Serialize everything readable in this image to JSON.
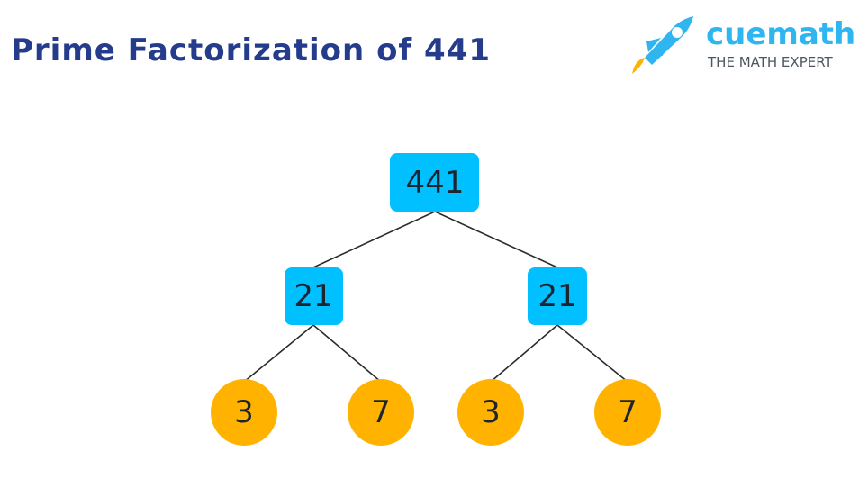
{
  "title": "Prime Factorization of 441",
  "brand": {
    "name": "cuemath",
    "tagline": "THE MATH EXPERT",
    "logo_icon": "rocket-icon",
    "colors": {
      "name": "#2fb6f0",
      "rocket_body": "#2fb6f0",
      "rocket_flame": "#ffb300"
    }
  },
  "colors": {
    "title": "#253c8c",
    "composite_node": "#00c0ff",
    "prime_node": "#ffb300",
    "edge": "#2b2b2b"
  },
  "tree": {
    "root": "441",
    "level1": [
      "21",
      "21"
    ],
    "level2": [
      "3",
      "7",
      "3",
      "7"
    ]
  }
}
